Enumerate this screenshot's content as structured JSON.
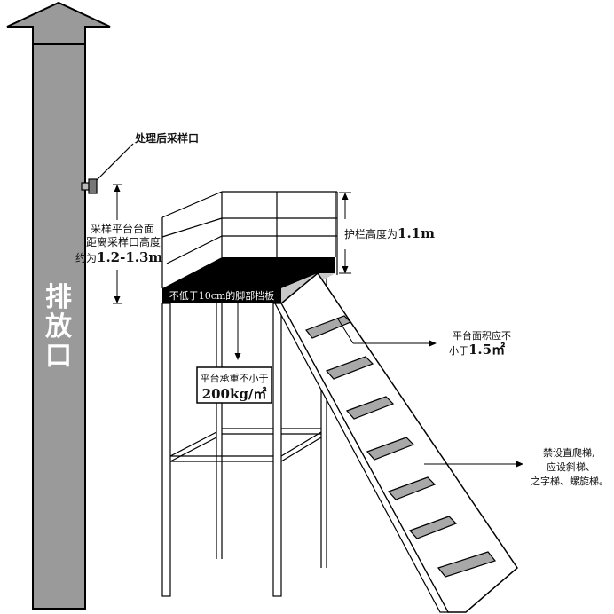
{
  "stack": {
    "label_chars": [
      "排",
      "放",
      "口"
    ]
  },
  "sampling_port": {
    "label": "处理后采样口"
  },
  "platform_height_note": {
    "line1": "采样平台台面",
    "line2": "距离采样口高度",
    "line3_prefix": "约为",
    "line3_value": "1.2-1.3m"
  },
  "railing_note": {
    "prefix": "护栏高度为",
    "value": "1.1m"
  },
  "toe_board_note": {
    "label": "不低于10cm的脚部挡板"
  },
  "area_note": {
    "line1": "平台面积应不",
    "line2_prefix": "小于",
    "line2_value": "1.5㎡"
  },
  "load_note": {
    "line1": "平台承重不小于",
    "line2": "200kg/㎡"
  },
  "ladder_note": {
    "line1": "禁设直爬梯,",
    "line2": "应设斜梯、",
    "line3": "之字梯、螺旋梯。"
  },
  "colors": {
    "stack_fill": "#9a9a9a",
    "step_fill": "#a8a8a8",
    "line": "#000000",
    "background": "#ffffff"
  }
}
